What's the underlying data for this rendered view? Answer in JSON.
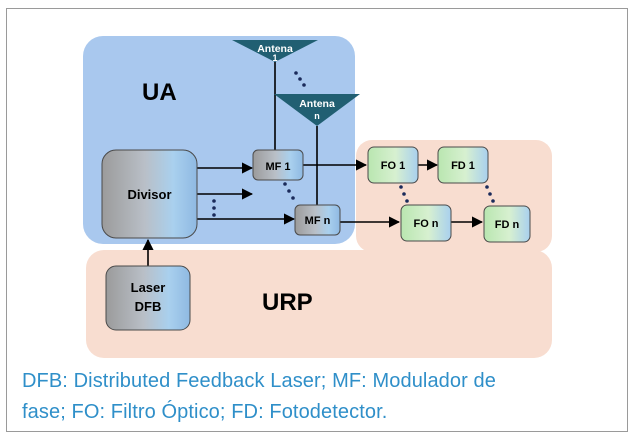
{
  "diagram": {
    "ua_label": "UA",
    "urp_label": "URP",
    "divisor_label": "Divisor",
    "laser_label_line1": "Laser",
    "laser_label_line2": "DFB",
    "antenna1_line1": "Antena",
    "antenna1_line2": "1",
    "antennan_line1": "Antena",
    "antennan_line2": "n",
    "mf1_label": "MF 1",
    "mfn_label": "MF n",
    "fo1_label": "FO 1",
    "fon_label": "FO n",
    "fd1_label": "FD 1",
    "fdn_label": "FD n",
    "colors": {
      "ua_region": "#a9c8ee",
      "urp_region": "#f8ddd0",
      "antenna": "#215f72",
      "caption": "#2f8fc9"
    }
  },
  "caption": {
    "line1": "DFB: Distributed Feedback Laser; MF: Modulador de",
    "line2": "fase; FO: Filtro Óptico; FD: Fotodetector."
  }
}
